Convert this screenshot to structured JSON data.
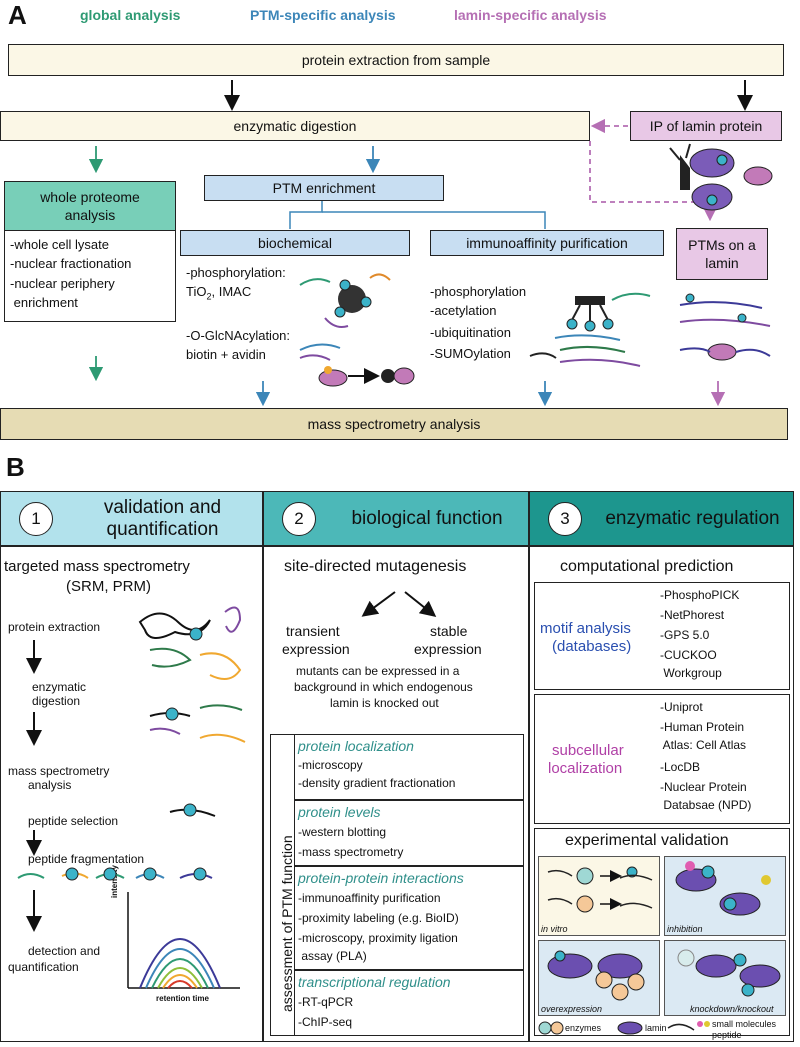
{
  "panelA": {
    "letter": "A",
    "legend": {
      "global": "global analysis",
      "ptm": "PTM-specific analysis",
      "lamin": "lamin-specific analysis"
    },
    "extraction": "protein extraction from sample",
    "digestion": "enzymatic digestion",
    "ip": "IP of lamin protein",
    "ptm_enrichment": "PTM enrichment",
    "whole_proteome": "whole proteome analysis",
    "whole_items": [
      "-whole cell lysate",
      "-nuclear fractionation",
      "-nuclear periphery",
      " enrichment"
    ],
    "biochemical": "biochemical",
    "immuno": "immunoaffinity purification",
    "ptms_lamin": "PTMs on a lamin",
    "phos_line1": "-phosphorylation:",
    "phos_line2": "TiO",
    "phos_sub": "2",
    "phos_line3": ", IMAC",
    "glc_line1": "-O-GlcNAcylation:",
    "glc_line2": "biotin + avidin",
    "immuno_items": [
      "-phosphorylation",
      "-acetylation",
      "-ubiquitination",
      "-SUMOylation"
    ],
    "mass_spec": "mass spectrometry analysis"
  },
  "panelB": {
    "letter": "B",
    "col1": {
      "num": "1",
      "title": "validation and quantification",
      "subtitle1": "targeted mass spectrometry",
      "subtitle2": "(SRM, PRM)",
      "steps": [
        "protein extraction",
        "enzymatic",
        "digestion",
        "mass spectrometry",
        "analysis",
        "peptide selection",
        "peptide fragmentation",
        "detection and",
        "quantification"
      ],
      "yaxis": "intensity",
      "xaxis": "retention time"
    },
    "col2": {
      "num": "2",
      "title": "biological function",
      "subtitle": "site-directed mutagenesis",
      "transient1": "transient",
      "transient2": "expression",
      "stable1": "stable",
      "stable2": "expression",
      "note": [
        "mutants can be expressed in a",
        "background in which endogenous",
        "lamin is knocked out"
      ],
      "side_label": "assessment of PTM function",
      "sections": [
        {
          "title": "protein localization",
          "items": [
            "-microscopy",
            "-density gradient fractionation"
          ]
        },
        {
          "title": "protein levels",
          "items": [
            "-western blotting",
            "-mass spectrometry"
          ]
        },
        {
          "title": "protein-protein interactions",
          "items": [
            "-immunoaffinity purification",
            "-proximity labeling (e.g. BioID)",
            "-microscopy, proximity ligation",
            " assay (PLA)"
          ]
        },
        {
          "title": "transcriptional regulation",
          "items": [
            "-RT-qPCR",
            "-ChIP-seq"
          ]
        }
      ]
    },
    "col3": {
      "num": "3",
      "title": "enzymatic regulation",
      "computational": "computational prediction",
      "motif1": "motif analysis",
      "motif2": "(databases)",
      "motif_items": [
        "-PhosphoPICK",
        "-NetPhorest",
        "-GPS 5.0",
        "-CUCKOO",
        " Workgroup"
      ],
      "subcell1": "subcellular",
      "subcell2": "localization",
      "subcell_items": [
        "-Uniprot",
        "-Human Protein",
        " Atlas: Cell Atlas",
        "-LocDB",
        "-Nuclear Protein",
        " Databsae (NPD)"
      ],
      "experimental": "experimental validation",
      "ev_labels": [
        "in vitro",
        "inhibition",
        "overexpression",
        "knockdown/knockout"
      ],
      "legend": [
        "enzymes",
        "lamin",
        "small molecules",
        "peptide"
      ]
    }
  },
  "colors": {
    "green": "#2e9a73",
    "blue": "#3c86b8",
    "purple": "#b56fb4",
    "cream": "#fbf7e6",
    "tan": "#e6dcb4",
    "lightblue": "#c8def2",
    "pink": "#e8c8e6",
    "mint": "#78cfb8",
    "hdr1": "#b2e2ec",
    "hdr2": "#4cb8b8",
    "hdr3": "#1d968e"
  }
}
